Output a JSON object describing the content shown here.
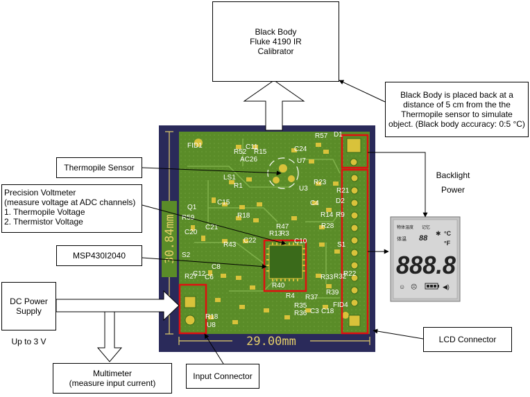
{
  "blackbody": {
    "lines": [
      "Black Body",
      "Fluke 4190 IR",
      "Calibrator"
    ]
  },
  "blackbody_note": {
    "lines": [
      "Black Body is placed back at a",
      "distance of 5 cm from the the",
      "Thermopile sensor to simulate",
      "object. (Black body accuracy: 0:5 °C)"
    ]
  },
  "thermopile": {
    "label": "Thermopile Sensor"
  },
  "voltmeter": {
    "lines": [
      "Precision Voltmeter",
      "(measure voltage at ADC channels)",
      "1. Thermopile Voltage",
      "2. Thermistor Voltage"
    ]
  },
  "mcu": {
    "label": "MSP430I2040"
  },
  "dcpower": {
    "lines": [
      "DC Power",
      "Supply"
    ],
    "range": "Up to 3 V"
  },
  "multimeter": {
    "lines": [
      "Multimeter",
      "(measure input current)"
    ]
  },
  "input_connector": {
    "label": "Input Connector"
  },
  "lcd_connector": {
    "label": "LCD Connector"
  },
  "backlight": {
    "lines": [
      "Backlight",
      "Power"
    ]
  },
  "pcb": {
    "dim_width": "29.00mm",
    "dim_height": "30.84mm",
    "designators": [
      "FID1",
      "R52",
      "R15",
      "C11",
      "AC26",
      "C24",
      "R57",
      "D1",
      "LS1",
      "U7",
      "R1",
      "R23",
      "U3",
      "R21",
      "C15",
      "Q1",
      "R18",
      "C4",
      "R14",
      "R9",
      "R59",
      "R47",
      "C10",
      "R28",
      "R13",
      "R3",
      "S1",
      "C20",
      "C21",
      "R43",
      "C22",
      "D2",
      "S2",
      "C12",
      "C6",
      "C8",
      "R27",
      "R32",
      "R33",
      "R39",
      "R37",
      "R35",
      "R36",
      "C3",
      "C18",
      "FID4",
      "R18",
      "U8",
      "R4",
      "R40",
      "R22"
    ]
  },
  "lcd": {
    "label_object_temp": "物体温度",
    "label_memory": "记忆",
    "label_body_temp": "体温",
    "unit_c": "°C",
    "unit_f": "°F",
    "small_digits": "88",
    "big_digits": "888.8"
  },
  "colors": {
    "pcb": "#5a8c28",
    "border": "#2a2a5a",
    "highlight": "#e01010"
  }
}
